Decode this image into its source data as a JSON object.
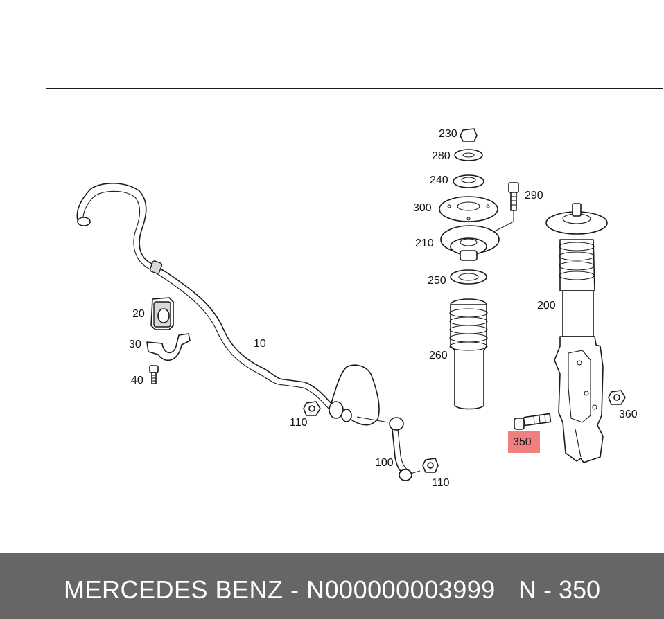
{
  "footer": {
    "brand_line": "MERCEDES BENZ - N000000003999",
    "ref_line": "N - 350"
  },
  "highlight_color": "#f08080",
  "labels": {
    "l10": "10",
    "l20": "20",
    "l30": "30",
    "l40": "40",
    "l100": "100",
    "l110a": "110",
    "l110b": "110",
    "l200": "200",
    "l210": "210",
    "l230": "230",
    "l240": "240",
    "l250": "250",
    "l260": "260",
    "l280": "280",
    "l290": "290",
    "l300": "300",
    "l350": "350",
    "l360": "360"
  }
}
